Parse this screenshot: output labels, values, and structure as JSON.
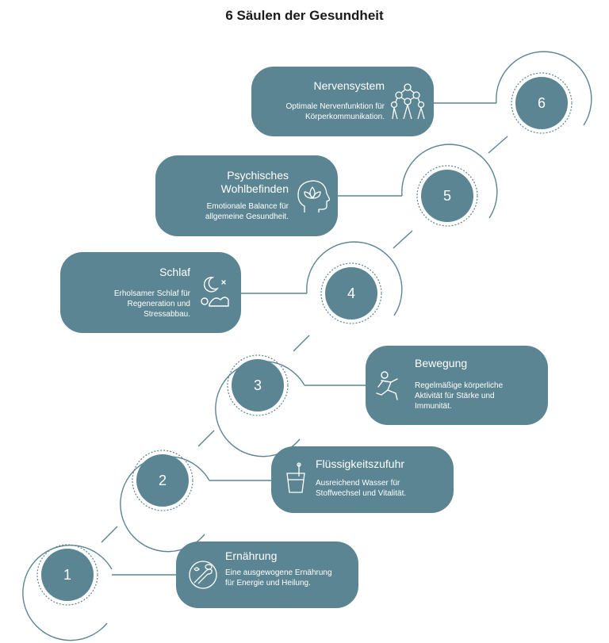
{
  "title": "6 Säulen der Gesundheit",
  "colors": {
    "card": "#5b8592",
    "ring": "#5b8592",
    "line": "#5b8592"
  },
  "pillars": [
    {
      "number": "1",
      "title": "Ernährung",
      "desc_lines": [
        "Eine ausgewogene Ernährung",
        "für Energie und Heilung."
      ],
      "icon": "food-icon"
    },
    {
      "number": "2",
      "title": "Flüssigkeitszufuhr",
      "desc_lines": [
        "Ausreichend Wasser für",
        "Stoffwechsel und Vitalität."
      ],
      "icon": "water-glass-icon"
    },
    {
      "number": "3",
      "title": "Bewegung",
      "desc_lines": [
        "Regelmäßige körperliche",
        "Aktivität für Stärke und",
        "Immunität."
      ],
      "icon": "running-person-icon"
    },
    {
      "number": "4",
      "title": "Schlaf",
      "desc_lines": [
        "Erholsamer Schlaf für",
        "Regeneration und",
        "Stressabbau."
      ],
      "icon": "sleep-icon"
    },
    {
      "number": "5",
      "title_lines": [
        "Psychisches",
        "Wohlbefinden"
      ],
      "desc_lines": [
        "Emotionale Balance für",
        "allgemeine Gesundheit."
      ],
      "icon": "mind-lotus-icon"
    },
    {
      "number": "6",
      "title": "Nervensystem",
      "desc_lines": [
        "Optimale Nervenfunktion für",
        "Körperkommunikation."
      ],
      "icon": "neuron-network-icon"
    }
  ]
}
